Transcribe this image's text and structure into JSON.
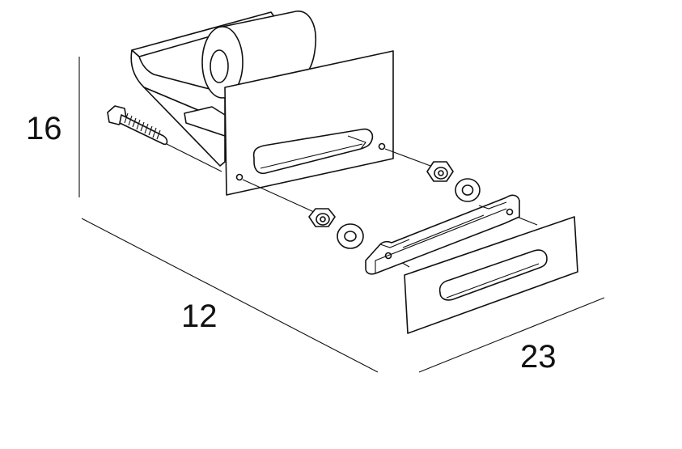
{
  "dimensions": {
    "height": "16",
    "depth": "12",
    "width": "23"
  },
  "colors": {
    "line": "#111111",
    "background": "#ffffff"
  }
}
